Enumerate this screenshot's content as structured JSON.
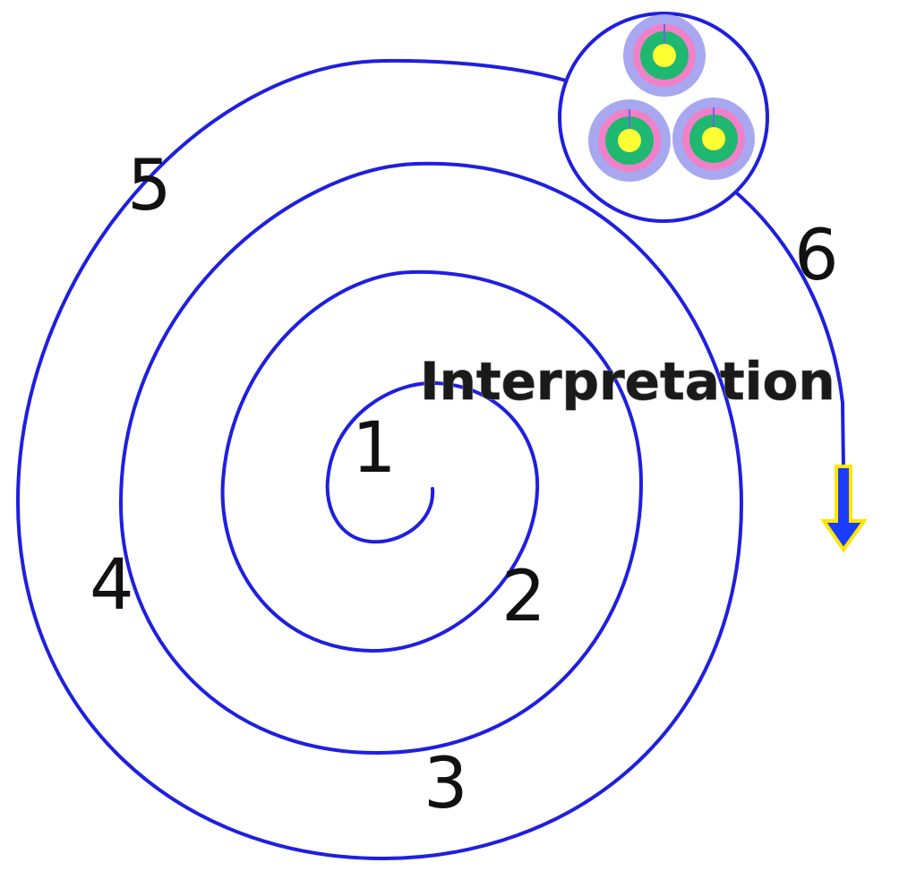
{
  "diagram": {
    "heading": "Interpretation",
    "stages": [
      "1",
      "2",
      "3",
      "4",
      "5",
      "6"
    ],
    "colors": {
      "spiral": "#1f1fe0",
      "arrow_fill": "#1a3cff",
      "arrow_outline": "#ffe600",
      "text": "#111111",
      "outer_ring": "#a8a8f0",
      "middle_ring": "#f080c8",
      "inner_ring": "#1fb870",
      "core": "#ffff33"
    },
    "icons": {
      "cluster": "nested-circles-cluster-icon",
      "arrow": "down-arrow-icon"
    }
  }
}
